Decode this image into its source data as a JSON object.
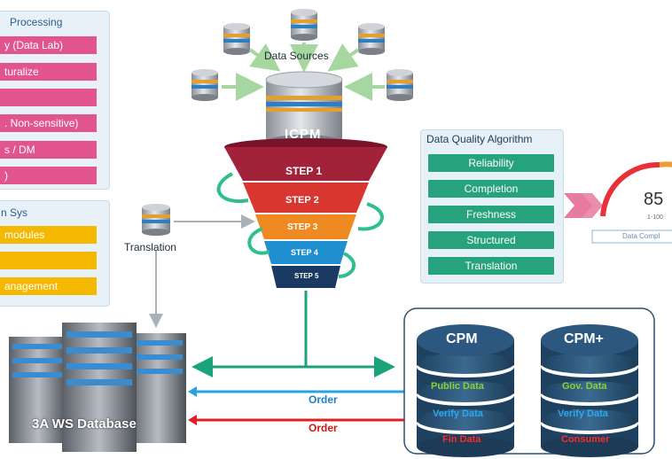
{
  "left_panel_top": {
    "title": "Processing",
    "items": [
      "y (Data Lab)",
      "turalize",
      "",
      ". Non-sensitive)",
      "s / DM",
      ")"
    ]
  },
  "left_panel_bottom": {
    "title": "n Sys",
    "items": [
      "modules",
      "",
      "anagement"
    ]
  },
  "funnel": {
    "sources_label": "Data Sources",
    "hub_label": "ICPM",
    "steps": [
      "STEP 1",
      "STEP 2",
      "STEP 3",
      "STEP 4",
      "STEP 5"
    ]
  },
  "translation_label": "Translation",
  "database_label": "3A WS Database",
  "dq": {
    "title": "Data Quality Algorithm",
    "items": [
      "Reliability",
      "Completion",
      "Freshness",
      "Structured",
      "Translation"
    ]
  },
  "gauge": {
    "value": "85",
    "sub": "1-100",
    "caption": "Data Compl"
  },
  "arrows": {
    "order_blue": "Order",
    "order_red": "Order"
  },
  "cpm": {
    "title": "CPM",
    "layers": [
      "Public Data",
      "Verify Data",
      "Fin Data"
    ]
  },
  "cpm_plus": {
    "title": "CPM+",
    "layers": [
      "Gov. Data",
      "Verify Data",
      "Consumer"
    ]
  },
  "colors": {
    "pink": "#e2548d",
    "yellow": "#f5b800",
    "green": "#26a37c",
    "step1": "#a2223a",
    "step2": "#d8362f",
    "step3": "#ef8a22",
    "step4": "#1f8fcf",
    "step5": "#1a3a64",
    "blue_arrow": "#27a3e0",
    "red_arrow": "#e02020",
    "green_arrow": "#1aa37a"
  }
}
